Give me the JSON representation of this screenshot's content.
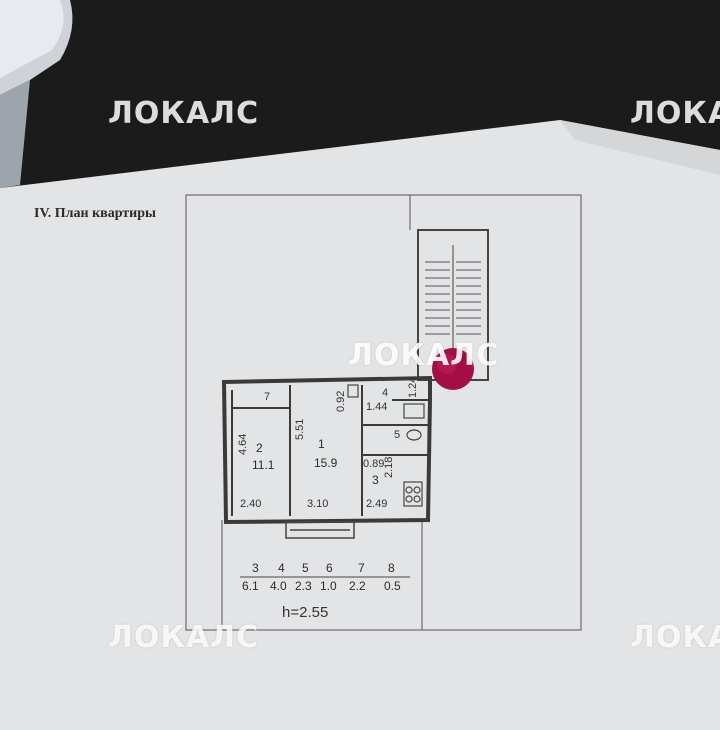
{
  "document": {
    "heading": "IV. План квартиры",
    "ceiling_height": "h=2.55"
  },
  "watermarks": [
    "ЛОКАЛС",
    "ЛОКАЛС",
    "ЛОКАЛС",
    "ЛОКАЛС",
    "ЛОКАЛС"
  ],
  "rooms": [
    {
      "number": "1",
      "area": "15.9",
      "width": "3.10",
      "depth": "5.51"
    },
    {
      "number": "2",
      "area": "11.1",
      "width": "2.40",
      "depth": "4.64"
    },
    {
      "number": "3",
      "width": "2.49",
      "depth": "2.18"
    },
    {
      "number": "4",
      "dim_a": "1.44",
      "dim_b": "0.92"
    },
    {
      "number": "5"
    },
    {
      "number": "7"
    }
  ],
  "extra_dims": [
    "0.89",
    "1.24"
  ],
  "area_table": {
    "numbers": [
      "3",
      "4",
      "5",
      "6",
      "7",
      "8"
    ],
    "areas": [
      "6.1",
      "4.0",
      "2.3",
      "1.0",
      "2.2",
      "0.5"
    ]
  },
  "colors": {
    "paper": "#e6e7e9",
    "background": "#1b1b1c",
    "ink": "#333333",
    "stamp": "#b0124a"
  }
}
